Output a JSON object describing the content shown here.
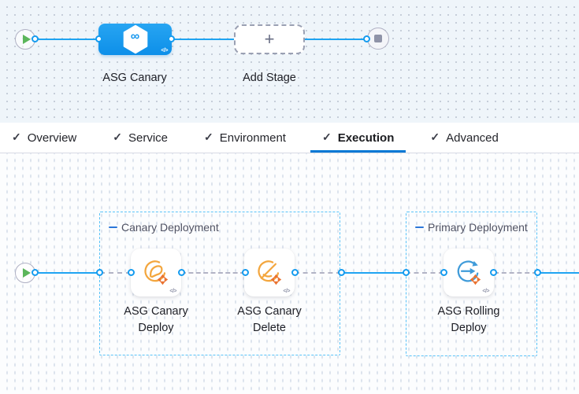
{
  "stage_graph": {
    "stage": {
      "name": "ASG Canary",
      "infinity_glyph": "∞",
      "code_glyph": "</>"
    },
    "add_stage": {
      "label": "Add Stage",
      "plus_glyph": "+"
    }
  },
  "check_glyph": "✓",
  "tabs": [
    {
      "label": "Overview",
      "checked": true,
      "active": false
    },
    {
      "label": "Service",
      "checked": true,
      "active": false
    },
    {
      "label": "Environment",
      "checked": true,
      "active": false
    },
    {
      "label": "Execution",
      "checked": true,
      "active": true
    },
    {
      "label": "Advanced",
      "checked": true,
      "active": false
    }
  ],
  "execution_graph": {
    "code_glyph": "</>",
    "groups": [
      {
        "label": "Canary Deployment",
        "steps": [
          {
            "label": "ASG Canary Deploy"
          },
          {
            "label": "ASG Canary Delete"
          }
        ]
      },
      {
        "label": "Primary Deployment",
        "steps": [
          {
            "label": "ASG Rolling Deploy"
          }
        ]
      }
    ]
  },
  "colors": {
    "accent": "#0278d5",
    "line_blue": "#1fa4f2",
    "node_blue": "#189cf0",
    "group_border": "#58c2f8",
    "connector_gray": "#b2b3c5",
    "step_icon_orange": "#f3a63e",
    "cluster_orange": "#ea7230",
    "rolling_blue": "#3f9bd9",
    "play_green": "#5bb65b"
  }
}
